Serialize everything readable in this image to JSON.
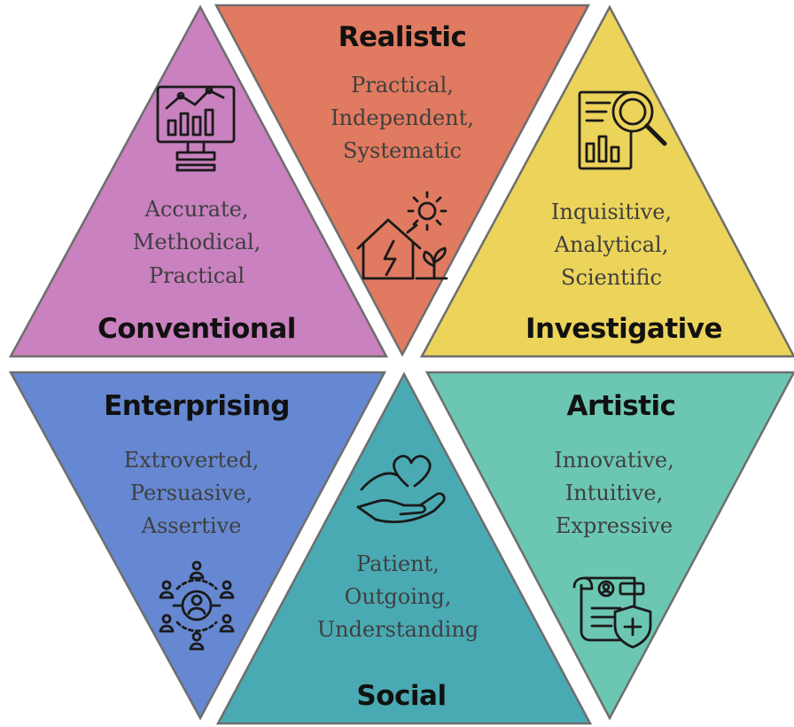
{
  "colors": {
    "realistic": "#e07a60",
    "investigative": "#ecd35a",
    "artistic": "#6cc7b2",
    "social": "#4aaab3",
    "enterprising": "#6688d2",
    "conventional": "#c981bf",
    "border": "#6e6e6e"
  },
  "sections": {
    "realistic": {
      "title": "Realistic",
      "traits": [
        "Practical,",
        "Independent,",
        "Systematic"
      ],
      "icon": "house-sun-plant-icon"
    },
    "investigative": {
      "title": "Investigative",
      "traits": [
        "Inquisitive,",
        "Analytical,",
        "Scientific"
      ],
      "icon": "report-magnifier-icon"
    },
    "artistic": {
      "title": "Artistic",
      "traits": [
        "Innovative,",
        "Intuitive,",
        "Expressive"
      ],
      "icon": "id-card-shield-icon"
    },
    "social": {
      "title": "Social",
      "traits": [
        "Patient,",
        "Outgoing,",
        "Understanding"
      ],
      "icon": "hand-heart-icon"
    },
    "enterprising": {
      "title": "Enterprising",
      "traits": [
        "Extroverted,",
        "Persuasive,",
        "Assertive"
      ],
      "icon": "people-network-icon"
    },
    "conventional": {
      "title": "Conventional",
      "traits": [
        "Accurate,",
        "Methodical,",
        "Practical"
      ],
      "icon": "monitor-chart-icon"
    }
  }
}
